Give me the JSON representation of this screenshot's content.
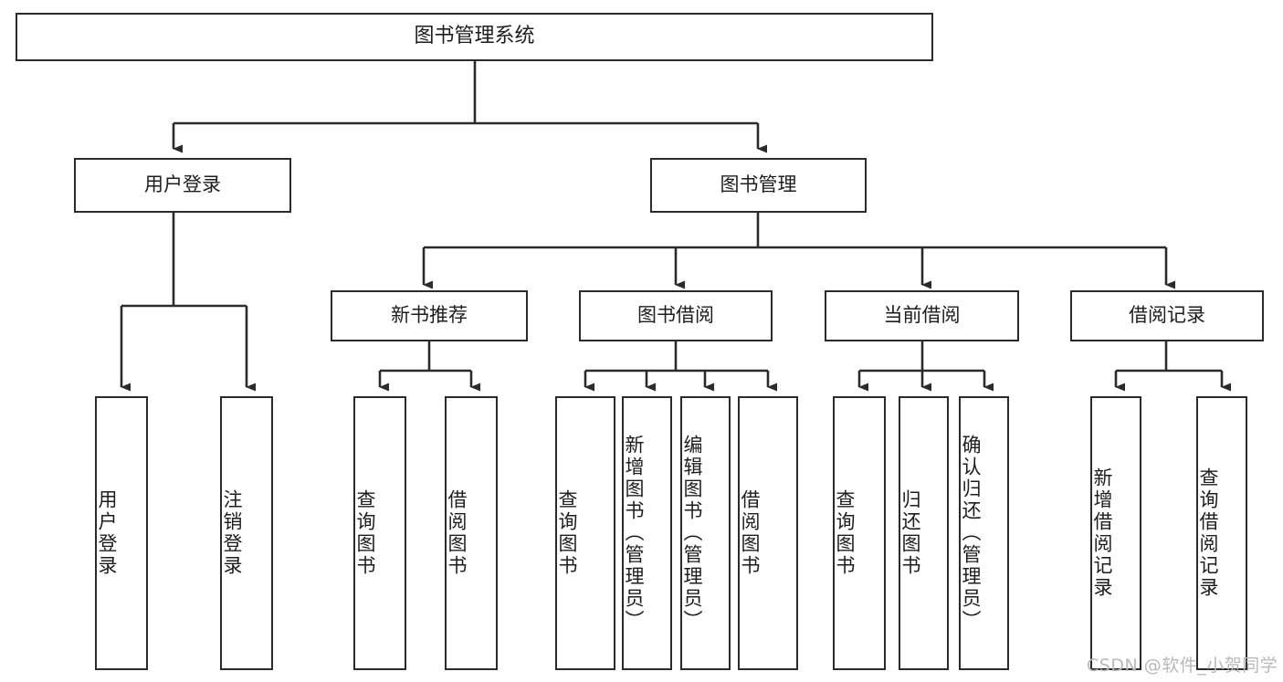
{
  "diagram": {
    "title": "图书管理系统",
    "type": "tree-hierarchy-chart",
    "watermark": "CSDN @软件_小贺同学",
    "colors": {
      "stroke": "#2b2b2b",
      "box_fill": "#ffffff",
      "text": "#1d1d1d",
      "watermark": "#b9b9b9",
      "background": "#ffffff"
    },
    "root": {
      "label": "图书管理系统"
    },
    "level2": [
      {
        "label": "用户登录"
      },
      {
        "label": "图书管理"
      }
    ],
    "level3": [
      {
        "label": "新书推荐"
      },
      {
        "label": "图书借阅"
      },
      {
        "label": "当前借阅"
      },
      {
        "label": "借阅记录"
      }
    ],
    "leaves": {
      "user_login": [
        {
          "label": "用户登录"
        },
        {
          "label": "注销登录"
        }
      ],
      "new_book_recommend": [
        {
          "label": "查询图书"
        },
        {
          "label": "借阅图书"
        }
      ],
      "book_borrow": [
        {
          "label": "查询图书"
        },
        {
          "label": "新增图书（管理员）"
        },
        {
          "label": "编辑图书（管理员）"
        },
        {
          "label": "借阅图书"
        }
      ],
      "current_borrow": [
        {
          "label": "查询图书"
        },
        {
          "label": "归还图书"
        },
        {
          "label": "确认归还（管理员）"
        }
      ],
      "borrow_record": [
        {
          "label": "新增借阅记录"
        },
        {
          "label": "查询借阅记录"
        }
      ]
    }
  }
}
